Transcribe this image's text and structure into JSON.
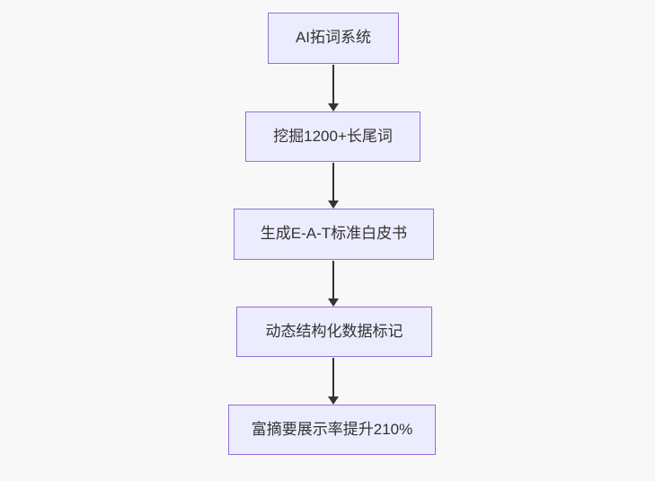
{
  "page": {
    "background_color": "#f8f8f8"
  },
  "flowchart": {
    "type": "flowchart",
    "direction": "top-down",
    "node_fill": "#ECECFF",
    "node_border": "#9370DB",
    "arrow_color": "#333333",
    "text_color": "#333333",
    "nodes": [
      {
        "id": "n1",
        "label": "AI拓词系统"
      },
      {
        "id": "n2",
        "label": "挖掘1200+长尾词"
      },
      {
        "id": "n3",
        "label": "生成E-A-T标准白皮书"
      },
      {
        "id": "n4",
        "label": "动态结构化数据标记"
      },
      {
        "id": "n5",
        "label": "富摘要展示率提升210%"
      }
    ],
    "edges": [
      {
        "from": "n1",
        "to": "n2"
      },
      {
        "from": "n2",
        "to": "n3"
      },
      {
        "from": "n3",
        "to": "n4"
      },
      {
        "from": "n4",
        "to": "n5"
      }
    ]
  }
}
